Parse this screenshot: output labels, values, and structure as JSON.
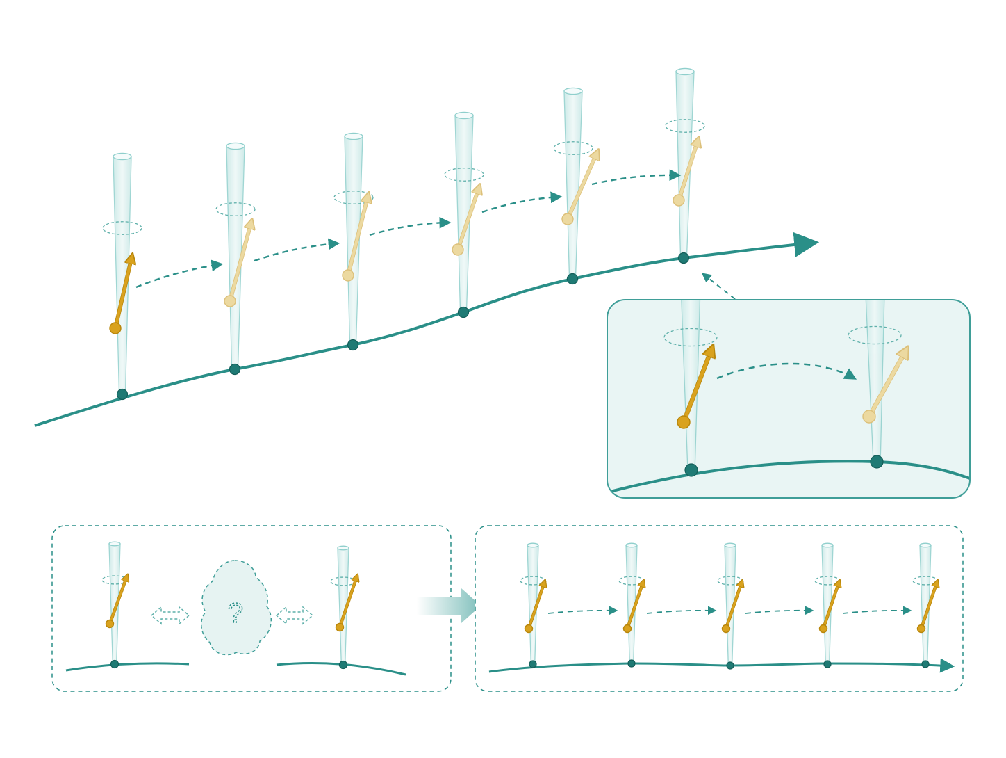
{
  "colors": {
    "teal": "#2a8f88",
    "teal_dark": "#1f7a74",
    "gold": "#d9a21e",
    "gold_dark": "#b8860b",
    "gold_faded": "#ecd9a0",
    "fiber_fill": "#d8efee",
    "fiber_stroke": "#8fcfcc",
    "panel_fill": "#e9f5f4",
    "panel_stroke": "#3f9e98"
  },
  "main_diagram": {
    "fiber_count": 6,
    "first_vector": "solid",
    "later_vectors": "faded"
  },
  "zoom_inset": {
    "fiber_count": 2
  },
  "bottom_left_panel": {
    "unknown_symbol": "?"
  },
  "bottom_right_panel": {
    "fiber_count": 5
  }
}
